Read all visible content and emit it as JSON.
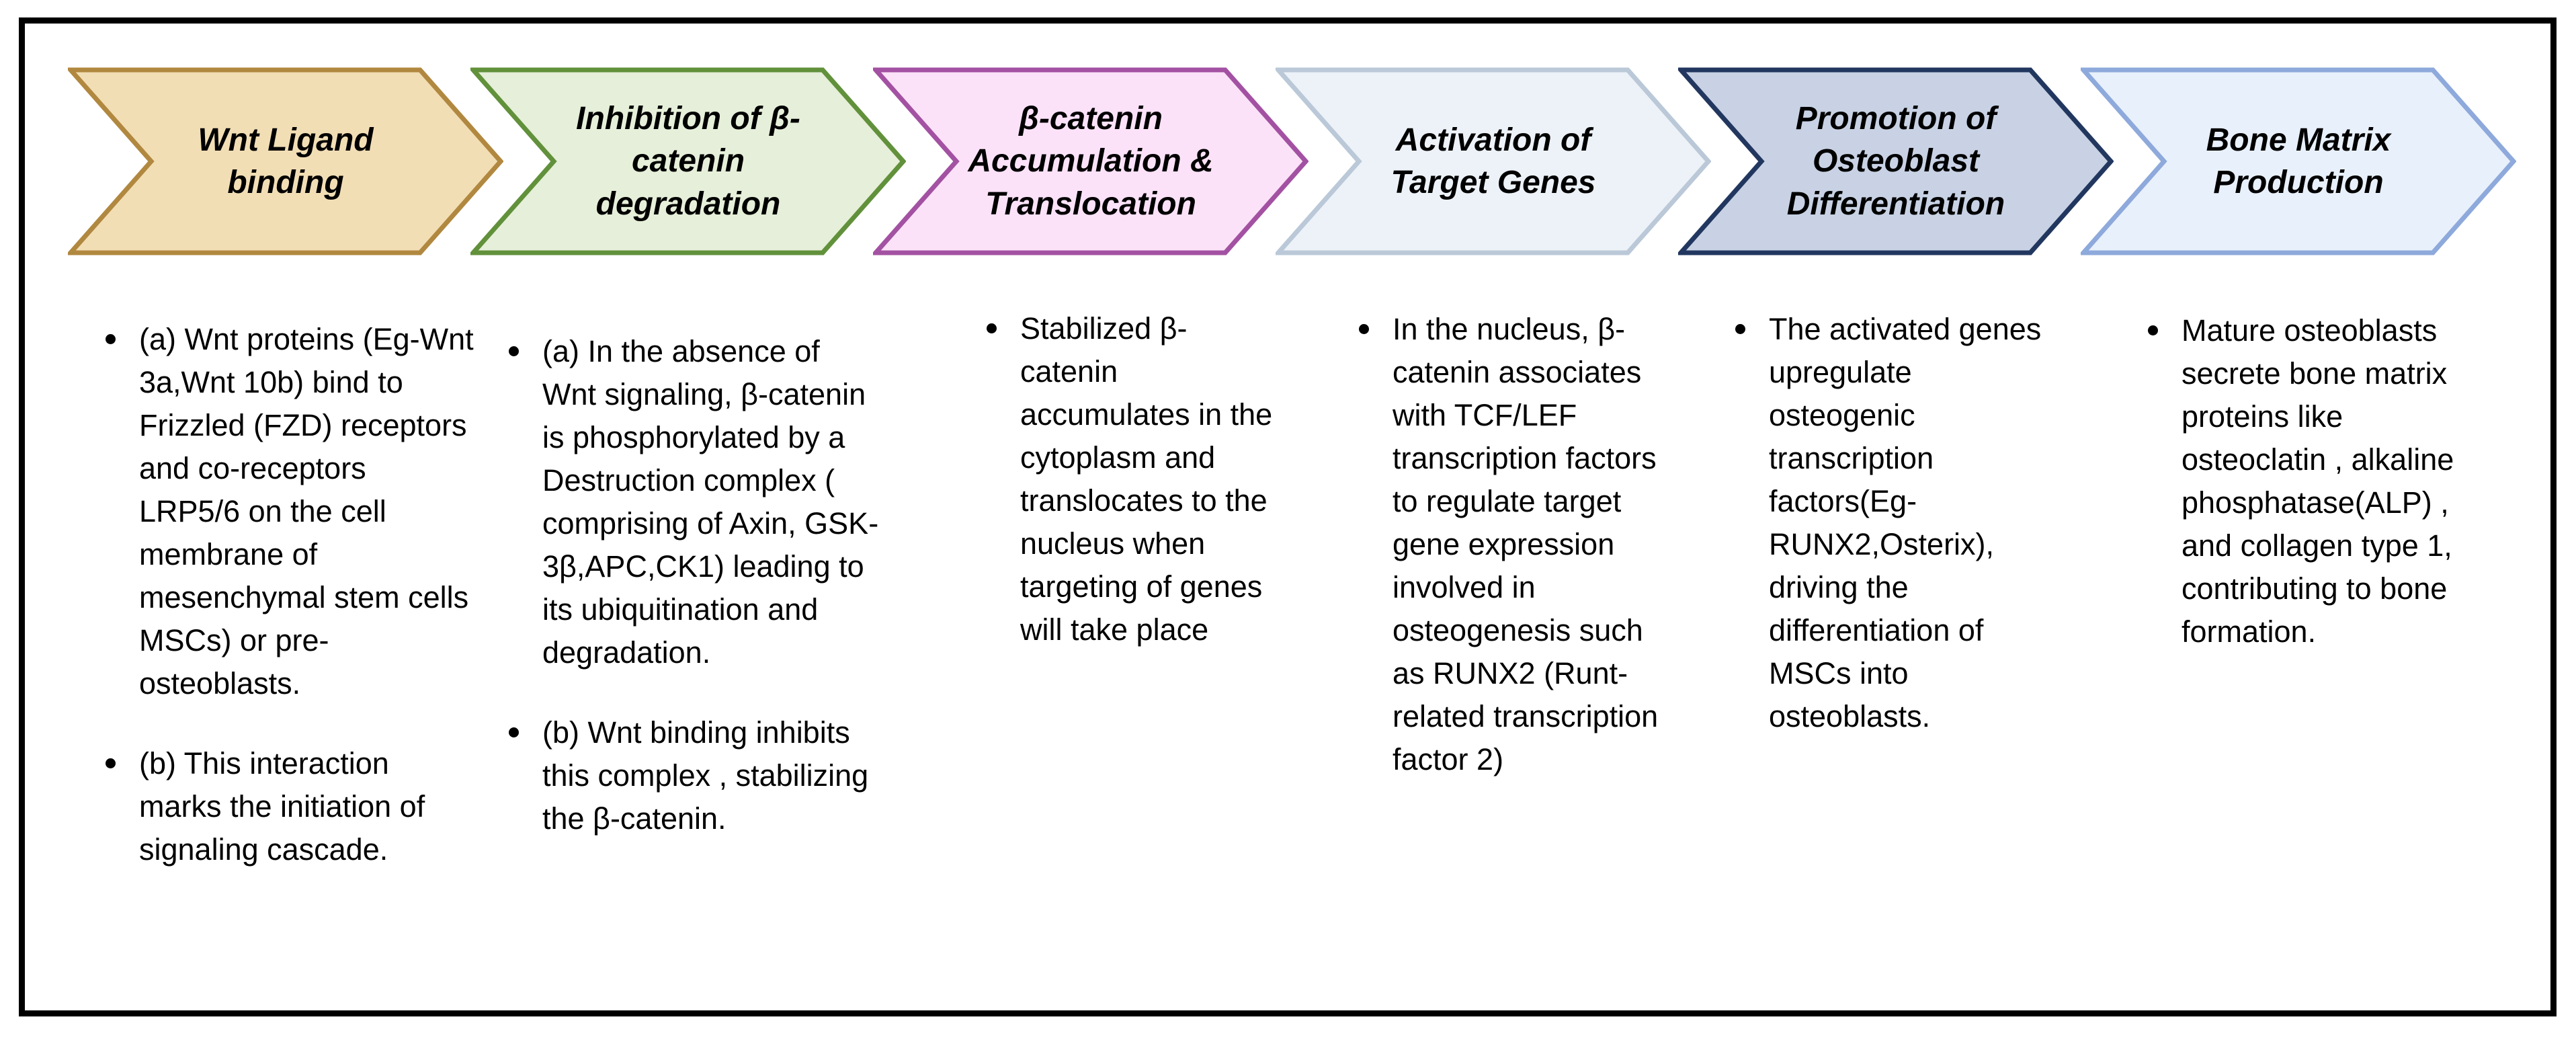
{
  "page": {
    "background": "#ffffff",
    "frame_border_color": "#000000"
  },
  "steps": [
    {
      "title": "Wnt Ligand binding",
      "fill": "#F2DEB5",
      "border": "#B1883F",
      "bullets": [
        "(a) Wnt proteins (Eg-Wnt 3a,Wnt 10b) bind to Frizzled (FZD) receptors and co-receptors LRP5/6 on the cell membrane of mesenchymal stem cells MSCs) or pre-osteoblasts.",
        "(b) This interaction marks the initiation of signaling cascade."
      ]
    },
    {
      "title": "Inhibition of β-catenin degradation",
      "fill": "#E6EFD9",
      "border": "#61913B",
      "bullets": [
        "(a) In the absence of Wnt signaling, β-catenin is phosphorylated by a Destruction complex ( comprising of Axin, GSK-3β,APC,CK1) leading to its ubiquitination and degradation.",
        "(b) Wnt binding inhibits this complex , stabilizing the β-catenin."
      ]
    },
    {
      "title": "β-catenin Accumulation & Translocation",
      "fill": "#FBE2F8",
      "border": "#A351A2",
      "bullets": [
        "Stabilized β-catenin accumulates in the cytoplasm and translocates to the nucleus when targeting of genes will take place"
      ]
    },
    {
      "title": "Activation of Target Genes",
      "fill": "#EDF2F8",
      "border": "#BAC8D8",
      "bullets": [
        "In the nucleus, β-catenin associates with TCF/LEF transcription factors to regulate target gene expression involved in osteogenesis such as RUNX2 (Runt-related transcription factor 2)"
      ]
    },
    {
      "title": "Promotion of Osteoblast Differentiation",
      "fill": "#C8D2E4",
      "border": "#22375F",
      "bullets": [
        "The activated genes upregulate osteogenic transcription factors(Eg-RUNX2,Osterix), driving the differentiation of MSCs into osteoblasts."
      ]
    },
    {
      "title": "Bone Matrix Production",
      "fill": "#E8F0FB",
      "border": "#8EA9DB",
      "bullets": [
        "Mature osteoblasts secrete bone matrix proteins like osteoclatin , alkaline phosphatase(ALP) , and collagen type 1, contributing to bone formation."
      ]
    }
  ]
}
